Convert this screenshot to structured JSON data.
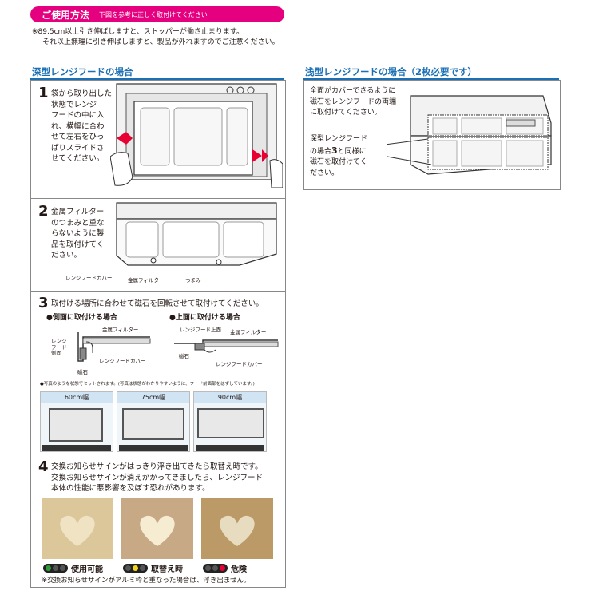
{
  "header": {
    "title": "ご使用方法",
    "subtitle": "下図を参考に正しく取付けてください"
  },
  "notice": {
    "line1": "※89.5cm以上引き伸ばしますと、ストッパーが働き止まります。",
    "line2": "それ以上無理に引き伸ばしますと、製品が外れますのでご注意ください。"
  },
  "deep": {
    "title": "深型レンジフードの場合",
    "step1": {
      "num": "1",
      "lines": [
        "袋から取り出した",
        "状態でレンジ",
        "フードの中に入",
        "れ、横幅に合わ",
        "せて左右をひっ",
        "ぱりスライドさ",
        "せてください。"
      ]
    },
    "step2": {
      "num": "2",
      "lines": [
        "金属フィルター",
        "のつまみと重な",
        "らないように製",
        "品を取付けてく",
        "ださい。"
      ],
      "labels": {
        "cover": "レンジフードカバー",
        "filter": "金属フィルター",
        "knob": "つまみ"
      }
    },
    "step3": {
      "num": "3",
      "text": "取付ける場所に合わせて磁石を回転させて取付けてください。",
      "side_title": "●側面に取付ける場合",
      "top_title": "●上面に取付ける場合",
      "side_labels": {
        "filter": "金属フィルター",
        "side1": "レンジ",
        "side2": "フード",
        "side3": "側面",
        "cover": "レンジフードカバー",
        "magnet": "磁石"
      },
      "top_labels": {
        "top": "レンジフード上面",
        "filter": "金属フィルター",
        "magnet": "磁石",
        "cover": "レンジフードカバー"
      },
      "photo_note": "●写真のような状態でセットされます。(写真は状態がわかりやすいように、フード前面部をはずしています。)",
      "widths": [
        "60cm幅",
        "75cm幅",
        "90cm幅"
      ]
    },
    "step4": {
      "num": "4",
      "lines": [
        "交換お知らせサインがはっきり浮き出てきたら取替え時です。",
        "交換お知らせサインが消えかかってきましたら、レンジフード",
        "本体の性能に悪影響を及ぼす恐れがあります。"
      ],
      "statuses": [
        "使用可能",
        "取替え時",
        "危険"
      ],
      "footnote": "※交換お知らせサインがアルミ枠と重なった場合は、浮き出ません。"
    }
  },
  "shallow": {
    "title": "浅型レンジフードの場合（2枚必要です）",
    "para1": [
      "全面がカバーできるように",
      "磁石をレンジフードの両端",
      "に取付けてください。"
    ],
    "para2": [
      "深型レンジフード",
      "の場合",
      "と同様に",
      "磁石を取付けてく",
      "ださい。"
    ],
    "para2_num": "3"
  },
  "colors": {
    "accent": "#e4007f",
    "blue": "#1a6fb5",
    "green": "#2e9a3a",
    "yellow": "#f3d21a",
    "red": "#e60033"
  }
}
